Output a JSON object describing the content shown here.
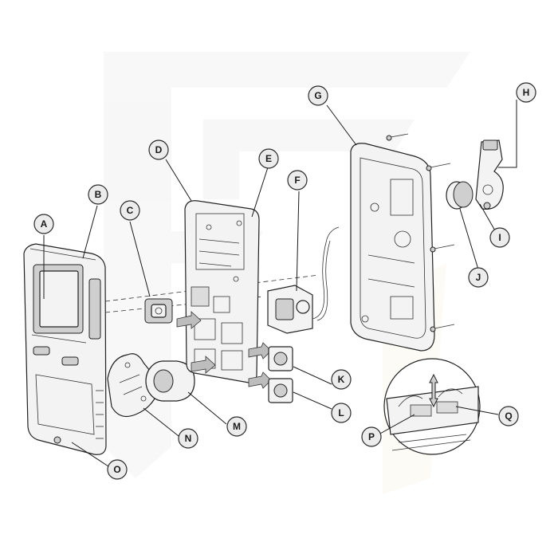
{
  "callouts": {
    "A": "A",
    "B": "B",
    "C": "C",
    "D": "D",
    "E": "E",
    "F": "F",
    "G": "G",
    "H": "H",
    "I": "I",
    "J": "J",
    "K": "K",
    "L": "L",
    "M": "M",
    "N": "N",
    "O": "O",
    "P": "P",
    "Q": "Q"
  }
}
